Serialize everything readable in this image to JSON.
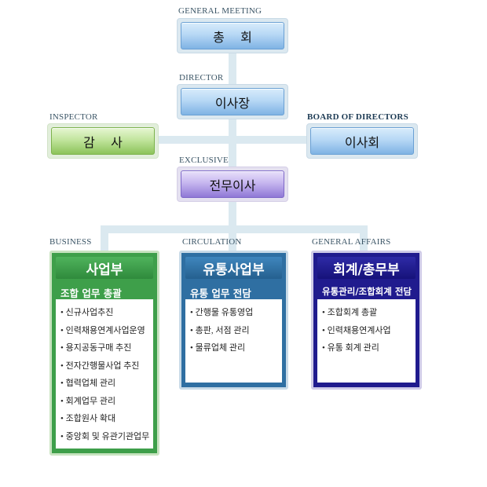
{
  "top": {
    "general_meeting": {
      "caption": "GENERAL MEETING",
      "label": "총    회"
    },
    "director": {
      "caption": "DIRECTOR",
      "label": "이사장"
    },
    "inspector": {
      "caption": "INSPECTOR",
      "label": "감    사"
    },
    "board": {
      "caption": "BOARD OF DIRECTORS",
      "label": "이사회"
    },
    "exclusive": {
      "caption": "EXCLUSIVE",
      "label": "전무이사"
    }
  },
  "departments": [
    {
      "caption": "BUSINESS",
      "title": "사업부",
      "subtitle": "조합 업무 총괄",
      "items": [
        "• 신규사업추진",
        "• 인력채용연계사업운영",
        "• 용지공동구매 추진",
        "• 전자간행물사업 추진",
        "• 협력업체 관리",
        "• 회계업무 관리",
        "• 조합원사 확대",
        "• 중앙회 및 유관기관업무"
      ]
    },
    {
      "caption": "CIRCULATION",
      "title": "유통사업부",
      "subtitle": "유통 업무 전담",
      "items": [
        "•  간행물 유통영업",
        "•  총판, 서점 관리",
        "•  물류업체 관리"
      ]
    },
    {
      "caption": "GENERAL AFFAIRS",
      "title": "회계/총무부",
      "subtitle": "유통관리/조합회계 전담",
      "items": [
        "•  조합회계 총괄",
        "•  인력채용연계사업",
        "•  유통 회계 관리"
      ]
    }
  ]
}
